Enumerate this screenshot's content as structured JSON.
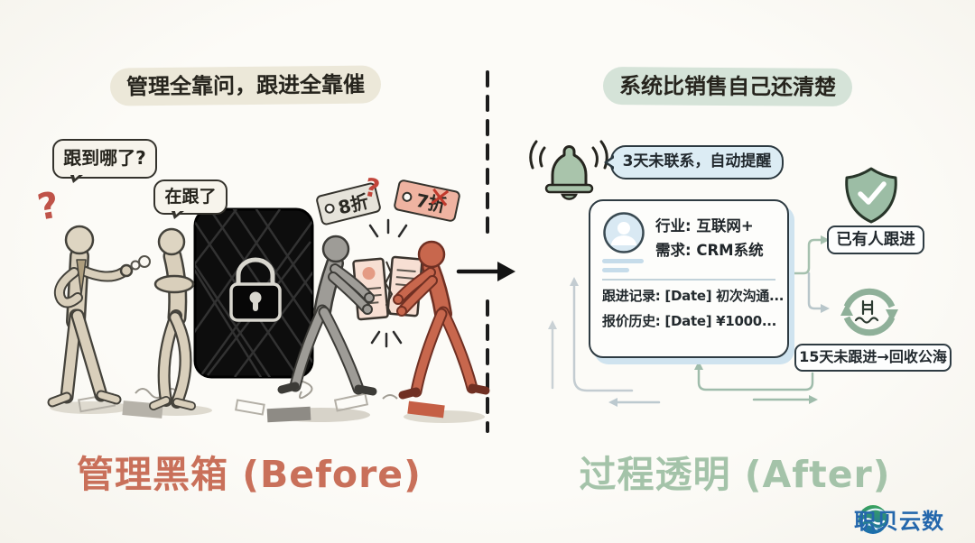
{
  "left_panel": {
    "title": "管理全靠问，跟进全靠催",
    "speech_bubbles": [
      "跟到哪了?",
      "在跟了"
    ],
    "question_mark": "?",
    "tags": [
      {
        "label": "8折",
        "mark": "?"
      },
      {
        "label": "7折",
        "mark": "✕"
      }
    ],
    "caption": "管理黑箱 (Before)"
  },
  "right_panel": {
    "title": "系统比销售自己还清楚",
    "alert_bubble": "3天未联系，自动提醒",
    "customer_card": {
      "industry": "行业: 互联网+",
      "need": "需求: CRM系统",
      "follow_up": "跟进记录: [Date] 初次沟通...",
      "quote_history": "报价历史: [Date] ¥1000..."
    },
    "claimed_label": "已有人跟进",
    "recycle_label": "15天未跟进→回收公海",
    "caption": "过程透明 (After)"
  },
  "footer": {
    "brand": "职贝云数"
  },
  "colors": {
    "before_accent": "#c9705a",
    "after_accent": "#a4c3a9",
    "black_box": "#0d0d0d",
    "bell_green": "#a9c4ab",
    "shield_green": "#9cbda5",
    "alert_bubble_bg": "#dcecf4",
    "brand_blue": "#2467ac"
  }
}
